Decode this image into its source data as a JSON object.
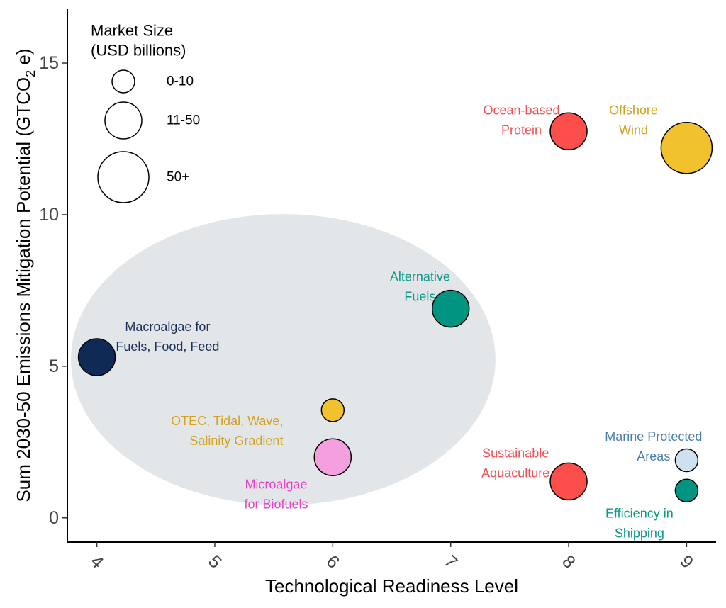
{
  "chart_data": {
    "type": "scatter",
    "title": "",
    "xlabel": "Technological Readiness Level",
    "ylabel": "Sum 2030-50 Emissions Mitigation Potential (GTCO₂ e)",
    "ylabel_parts": {
      "main": "Sum 2030-50 Emissions Mitigation Potential (GTCO",
      "sub": "2",
      "end": " e)"
    },
    "xlim": [
      3.75,
      9.25
    ],
    "ylim": [
      -0.8,
      16.8
    ],
    "x_ticks": [
      4,
      5,
      6,
      7,
      8,
      9
    ],
    "x_tick_labels": [
      "4",
      "5",
      "6",
      "7",
      "8",
      "9"
    ],
    "y_ticks": [
      0,
      5,
      10,
      15
    ],
    "y_tick_labels": [
      "0",
      "5",
      "10",
      "15"
    ],
    "grid": false,
    "legend": {
      "title_lines": [
        "Market Size",
        "(USD billions)"
      ],
      "placement": "top-left",
      "entries": [
        {
          "label": "0-10",
          "size": "small"
        },
        {
          "label": "11-50",
          "size": "medium"
        },
        {
          "label": "50+",
          "size": "large"
        }
      ]
    },
    "highlight_region": {
      "shape": "ellipse",
      "center": [
        5.58,
        5.22
      ],
      "x_radius": 1.8,
      "y_radius": 4.8,
      "color": "#e3e6e9"
    },
    "points": [
      {
        "label_lines": [
          "Macroalgae for",
          "Fuels, Food, Feed"
        ],
        "x": 4,
        "y": 5.3,
        "market_size": "11-50",
        "color": "#102a56",
        "label_color": "#1b2f57",
        "label_anchor": [
          4.6,
          6.3
        ]
      },
      {
        "label_lines": [
          "OTEC, Tidal, Wave,",
          "Salinity Gradient"
        ],
        "x": 6,
        "y": 3.55,
        "market_size": "0-10",
        "color": "#f2c12e",
        "label_color": "#d3a11e",
        "label_anchor": [
          5.55,
          3.2
        ],
        "label_align": "end"
      },
      {
        "label_lines": [
          "Microalgae",
          "for Biofuels"
        ],
        "x": 6,
        "y": 2.0,
        "market_size": "11-50",
        "color": "#f4a0de",
        "label_color": "#ea42c7",
        "label_anchor": [
          5.52,
          1.1
        ]
      },
      {
        "label_lines": [
          "Alternative",
          "Fuels"
        ],
        "x": 7,
        "y": 6.9,
        "market_size": "11-50",
        "color": "#019581",
        "label_color": "#0c9a88",
        "label_anchor": [
          6.74,
          7.95
        ]
      },
      {
        "label_lines": [
          "Ocean-based",
          "Protein"
        ],
        "x": 8,
        "y": 12.75,
        "market_size": "11-50",
        "color": "#fc4f4c",
        "label_color": "#f14f52",
        "label_anchor": [
          7.6,
          13.45
        ]
      },
      {
        "label_lines": [
          "Offshore",
          "Wind"
        ],
        "x": 9,
        "y": 12.2,
        "market_size": "50+",
        "color": "#f2c12e",
        "label_color": "#d3a11e",
        "label_anchor": [
          8.55,
          13.45
        ]
      },
      {
        "label_lines": [
          "Sustainable",
          "Aquaculture"
        ],
        "x": 8,
        "y": 1.2,
        "market_size": "11-50",
        "color": "#fc4f4c",
        "label_color": "#f14f52",
        "label_anchor": [
          7.55,
          2.13
        ]
      },
      {
        "label_lines": [
          "Marine Protected",
          "Areas"
        ],
        "x": 9,
        "y": 1.9,
        "market_size": "0-10",
        "color": "#cfe0ef",
        "label_color": "#4a7fae",
        "label_anchor": [
          8.72,
          2.68
        ]
      },
      {
        "label_lines": [
          "Efficiency in",
          "Shipping"
        ],
        "x": 9,
        "y": 0.9,
        "market_size": "0-10",
        "color": "#019581",
        "label_color": "#0c9a88",
        "label_anchor": [
          8.6,
          0.15
        ]
      }
    ]
  }
}
